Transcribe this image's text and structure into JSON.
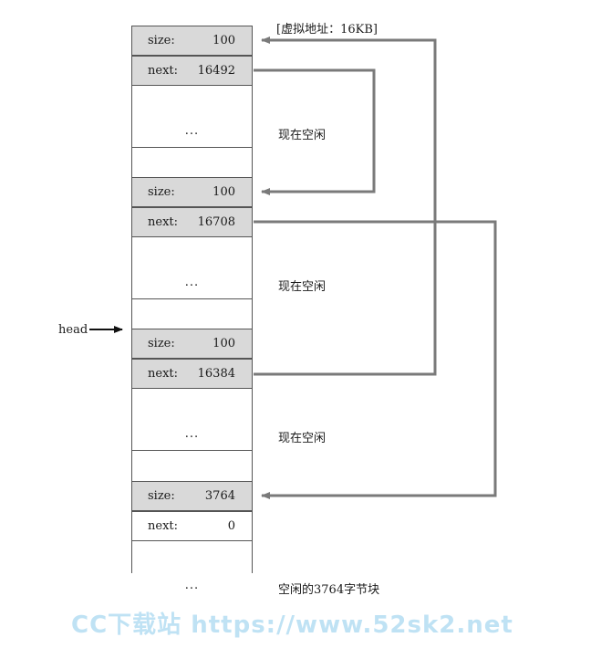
{
  "address_label": "[虚拟地址：16KB]",
  "head_label": "head",
  "watermark": "CC下载站  https://www.52sk2.net",
  "chunks": [
    {
      "size_key": "size:",
      "size_val": "100",
      "next_key": "next:",
      "next_val": "16492",
      "dots": "...",
      "note": "现在空闲"
    },
    {
      "size_key": "size:",
      "size_val": "100",
      "next_key": "next:",
      "next_val": "16708",
      "dots": "...",
      "note": "现在空闲"
    },
    {
      "size_key": "size:",
      "size_val": "100",
      "next_key": "next:",
      "next_val": "16384",
      "dots": "...",
      "note": "现在空闲"
    },
    {
      "size_key": "size:",
      "size_val": "3764",
      "next_key": "next:",
      "next_val": "0",
      "dots": "...",
      "note": "空闲的3764字节块"
    }
  ],
  "colors": {
    "arrow": "#7a7a7a",
    "header_fill": "#d9d9d9",
    "border": "#555555"
  }
}
